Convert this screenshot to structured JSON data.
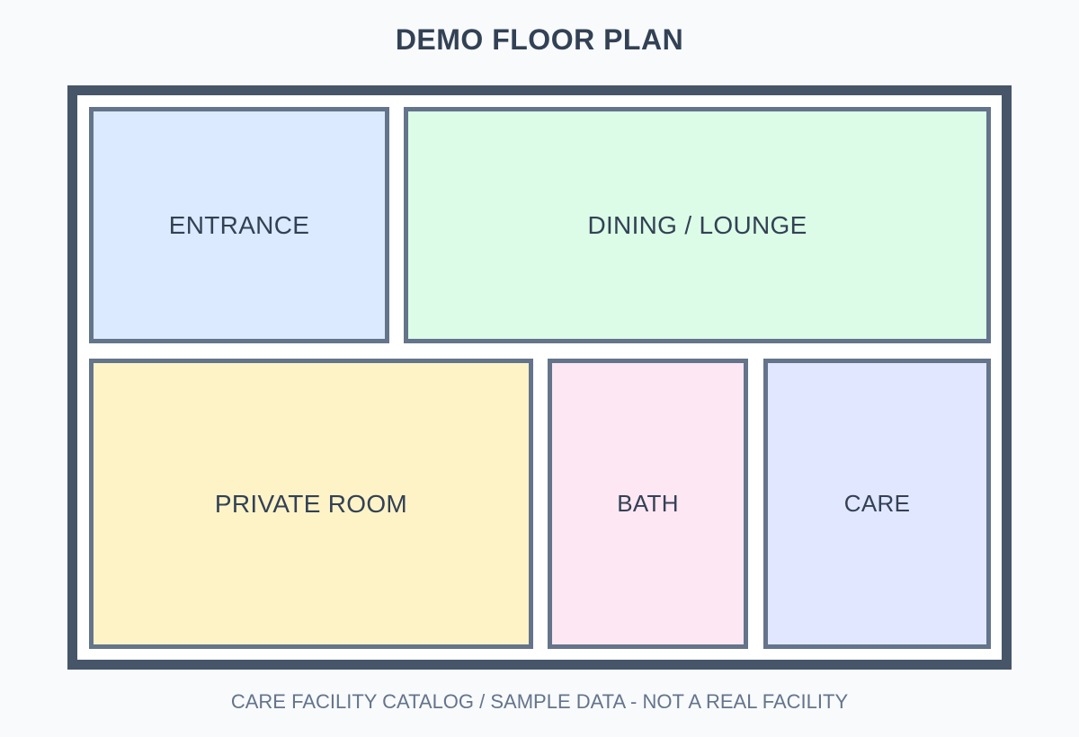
{
  "title": "DEMO FLOOR PLAN",
  "footer": "CARE FACILITY CATALOG / SAMPLE DATA - NOT A REAL FACILITY",
  "colors": {
    "background": "#f8fafc",
    "outer_wall": "#475569",
    "room_border": "#64748b",
    "text": "#334155",
    "footer_text": "#64748b"
  },
  "rooms": [
    {
      "label": "ENTRANCE",
      "fill": "#dbeafe"
    },
    {
      "label": "DINING / LOUNGE",
      "fill": "#dcfce7"
    },
    {
      "label": "PRIVATE ROOM",
      "fill": "#fef3c7"
    },
    {
      "label": "BATH",
      "fill": "#fce7f3"
    },
    {
      "label": "CARE",
      "fill": "#e0e7ff"
    }
  ]
}
